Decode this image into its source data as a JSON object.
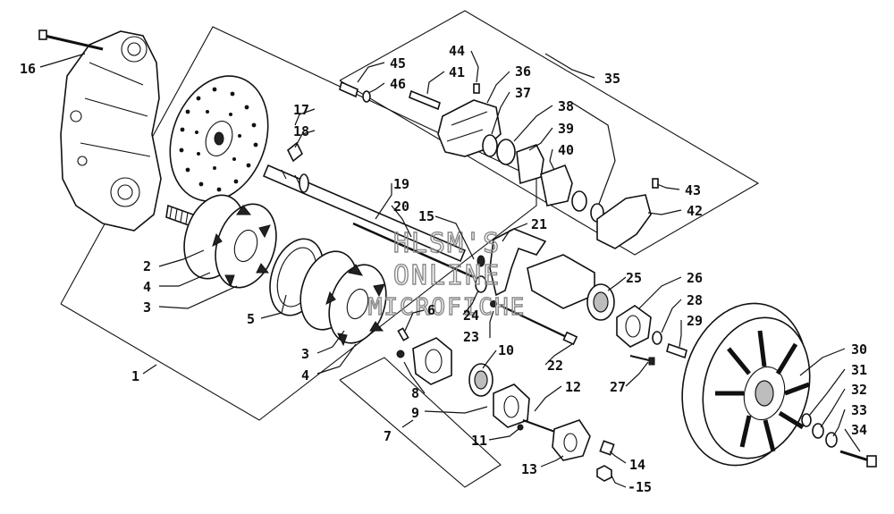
{
  "watermark": [
    "HLSM'S",
    "ONLINE",
    "MICROFICHE"
  ],
  "callouts": {
    "c1": "1",
    "c2": "2",
    "c3a": "3",
    "c3b": "3",
    "c4a": "4",
    "c4b": "4",
    "c5": "5",
    "c6": "6",
    "c7": "7",
    "c8": "8",
    "c9": "9",
    "c10": "10",
    "c11": "11",
    "c12": "12",
    "c13": "13",
    "c14": "14",
    "c15a": "15",
    "c15b": "-15",
    "c16": "16",
    "c17": "17",
    "c18": "18",
    "c19": "19",
    "c20": "20",
    "c21": "21",
    "c22": "22",
    "c23": "23",
    "c24": "24",
    "c25": "25",
    "c26": "26",
    "c27": "27",
    "c28": "28",
    "c29": "29",
    "c30": "30",
    "c31": "31",
    "c32": "32",
    "c33": "33",
    "c34": "34",
    "c35": "35",
    "c36": "36",
    "c37": "37",
    "c38": "38",
    "c39": "39",
    "c40": "40",
    "c41": "41",
    "c42": "42",
    "c43": "43",
    "c44": "44",
    "c45": "45",
    "c46": "46"
  },
  "colors": {
    "ink": "#111111",
    "watermark": "#888888",
    "background": "#ffffff"
  }
}
